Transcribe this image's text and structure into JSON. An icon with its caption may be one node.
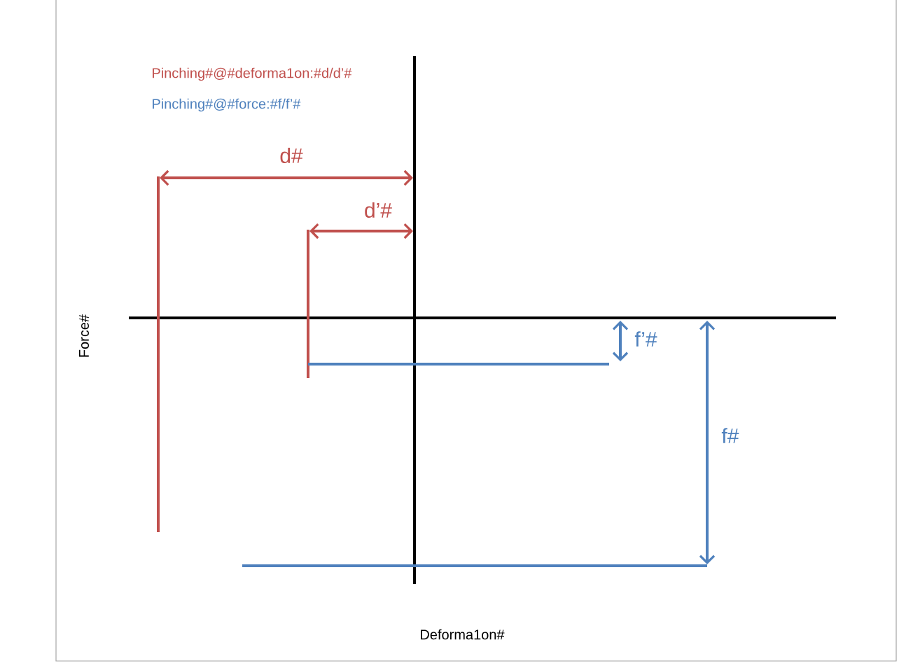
{
  "diagram": {
    "labels": [
      "Pinching#@#deforma1on:#d/d’#",
      "Pinching#@#force:#f/f’#",
      "d#",
      "d’#",
      "f’#",
      "f#",
      "Force#",
      "Deforma1on#"
    ]
  }
}
